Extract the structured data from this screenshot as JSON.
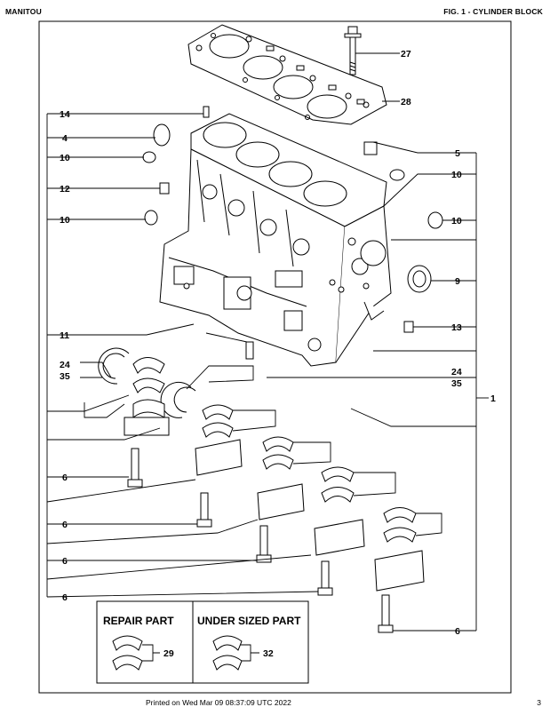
{
  "header": {
    "brand": "MANITOU",
    "figure_title": "FIG. 1 - CYLINDER BLOCK"
  },
  "footer": {
    "printed_on": "Printed on  Wed Mar 09 08:37:09 UTC 2022",
    "page_number": "3"
  },
  "callouts": {
    "c27": "27",
    "c28": "28",
    "c14": "14",
    "c4": "4",
    "c10a": "10",
    "c12": "12",
    "c10b": "10",
    "c5": "5",
    "c10c": "10",
    "c10d": "10",
    "c9": "9",
    "c13": "13",
    "c11": "11",
    "c24a": "24",
    "c35a": "35",
    "c24b": "24",
    "c35b": "35",
    "c1": "1",
    "c6a": "6",
    "c6b": "6",
    "c6c": "6",
    "c6d": "6",
    "c6e": "6",
    "c29": "29",
    "c32": "32"
  },
  "inset": {
    "repair_part": "REPAIR PART",
    "under_sized_part": "UNDER SIZED PART"
  }
}
